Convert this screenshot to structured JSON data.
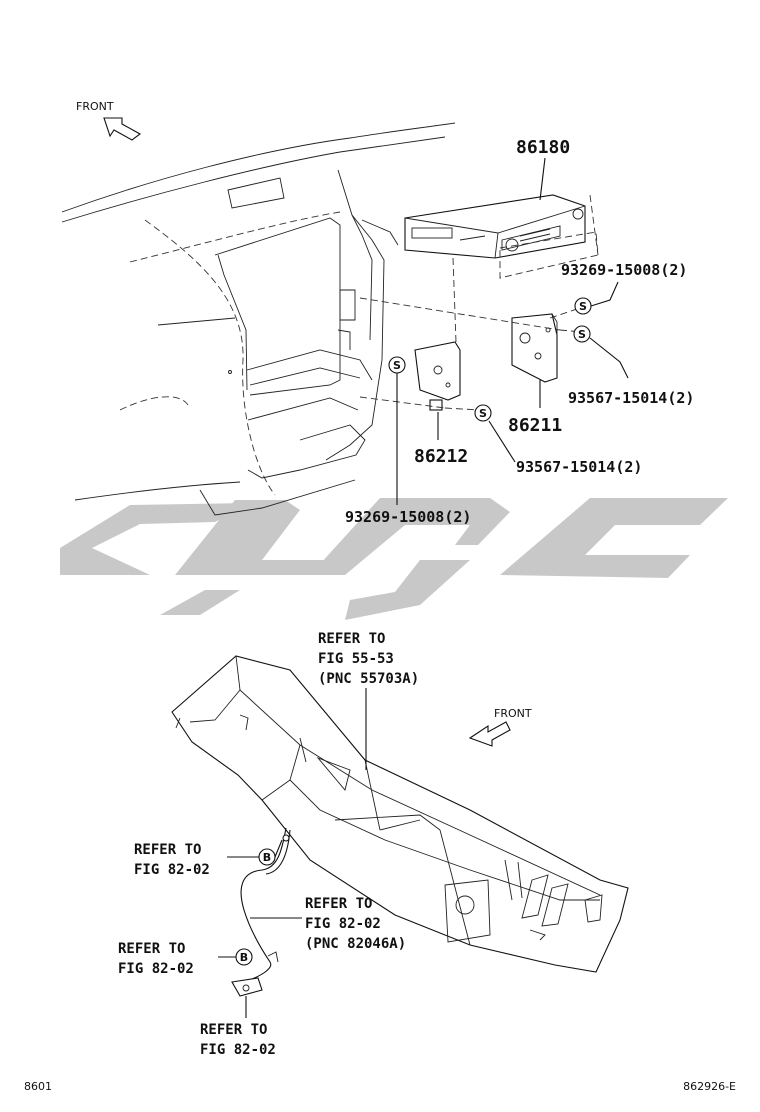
{
  "diagram": {
    "orientation_labels": {
      "front_top": "FRONT",
      "front_bottom": "FRONT"
    },
    "part_numbers": {
      "radio": "86180",
      "bracket_right": "86211",
      "bracket_left": "86212",
      "screw_upper_right": "93269-15008(2)",
      "screw_right": "93567-15014(2)",
      "screw_mid": "93567-15014(2)",
      "screw_lower": "93269-15008(2)"
    },
    "fastener_symbols": {
      "screw": "S",
      "ground": "B"
    },
    "refer_notes": {
      "cowl": {
        "line1": "REFER TO",
        "line2": "FIG 55-53",
        "line3": "(PNC 55703A)"
      },
      "ground_upper": {
        "line1": "REFER TO",
        "line2": "FIG 82-02"
      },
      "wire": {
        "line1": "REFER TO",
        "line2": "FIG 82-02",
        "line3": "(PNC 82046A)"
      },
      "ground_lower": {
        "line1": "REFER TO",
        "line2": "FIG 82-02"
      },
      "bottom": {
        "line1": "REFER TO",
        "line2": "FIG 82-02"
      }
    },
    "footer": {
      "page_code": "8601",
      "figure_code": "862926-E"
    }
  }
}
